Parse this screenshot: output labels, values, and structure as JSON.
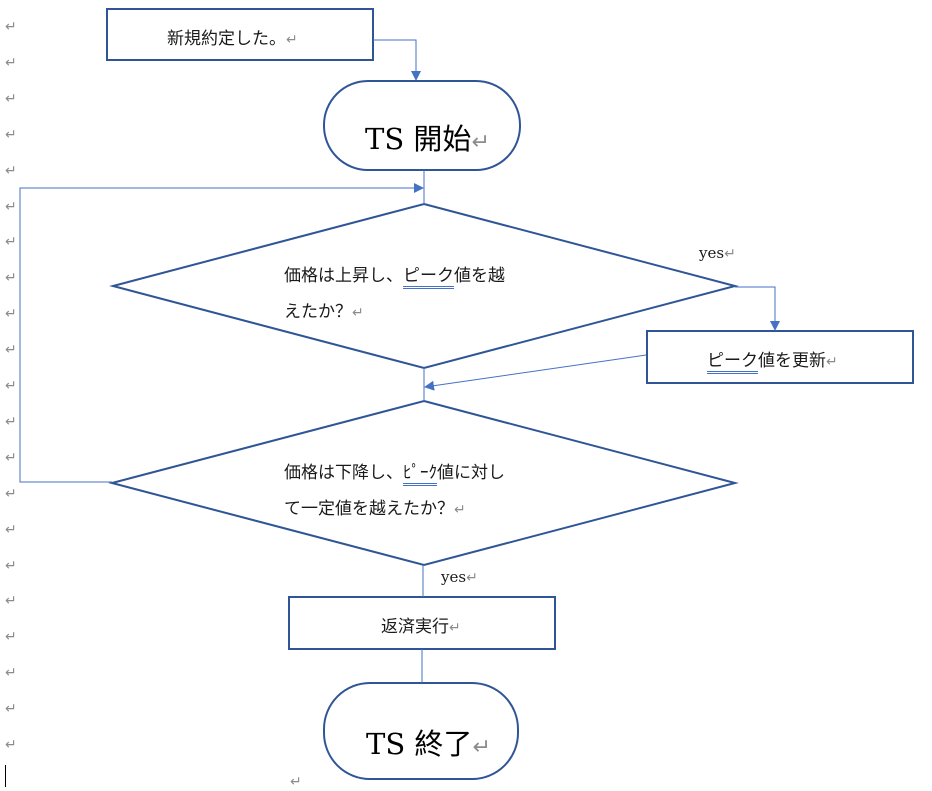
{
  "document": {
    "paragraph_mark": "↵",
    "paragraph_mark_count": 21
  },
  "flowchart": {
    "colors": {
      "shape_stroke": "#2f5597",
      "connector": "#4472c4",
      "text": "#000000",
      "mark": "#8c8c8c"
    },
    "nodes": {
      "start_event": {
        "type": "process",
        "text": "新規約定した。"
      },
      "ts_start": {
        "type": "terminator",
        "text": "TS 開始"
      },
      "decision_rise": {
        "type": "decision",
        "line1_pre": "価格は上昇し、",
        "line1_link": "ピーク",
        "line1_post": "値を越",
        "line2": "えたか？"
      },
      "update_peak": {
        "type": "process",
        "link": "ピーク",
        "text": "値を更新"
      },
      "decision_fall": {
        "type": "decision",
        "line1_pre": "価格は下降し、",
        "line1_link": "ﾋﾟｰｸ",
        "line1_post": "値に対し",
        "line2": "て一定値を越えたか？"
      },
      "repay": {
        "type": "process",
        "text": "返済実行"
      },
      "ts_end": {
        "type": "terminator",
        "text": "TS 終了"
      }
    },
    "edges": [
      {
        "from": "start_event",
        "to": "ts_start",
        "label": ""
      },
      {
        "from": "ts_start",
        "to": "decision_rise",
        "label": ""
      },
      {
        "from": "decision_rise",
        "to": "update_peak",
        "label": "yes"
      },
      {
        "from": "update_peak",
        "to": "decision_fall",
        "label": ""
      },
      {
        "from": "decision_rise",
        "to": "decision_fall",
        "label": ""
      },
      {
        "from": "decision_fall",
        "to": "decision_rise",
        "label": ""
      },
      {
        "from": "decision_fall",
        "to": "repay",
        "label": "yes"
      },
      {
        "from": "repay",
        "to": "ts_end",
        "label": ""
      }
    ],
    "labels": {
      "yes_rise": "yes",
      "yes_fall": "yes"
    }
  }
}
